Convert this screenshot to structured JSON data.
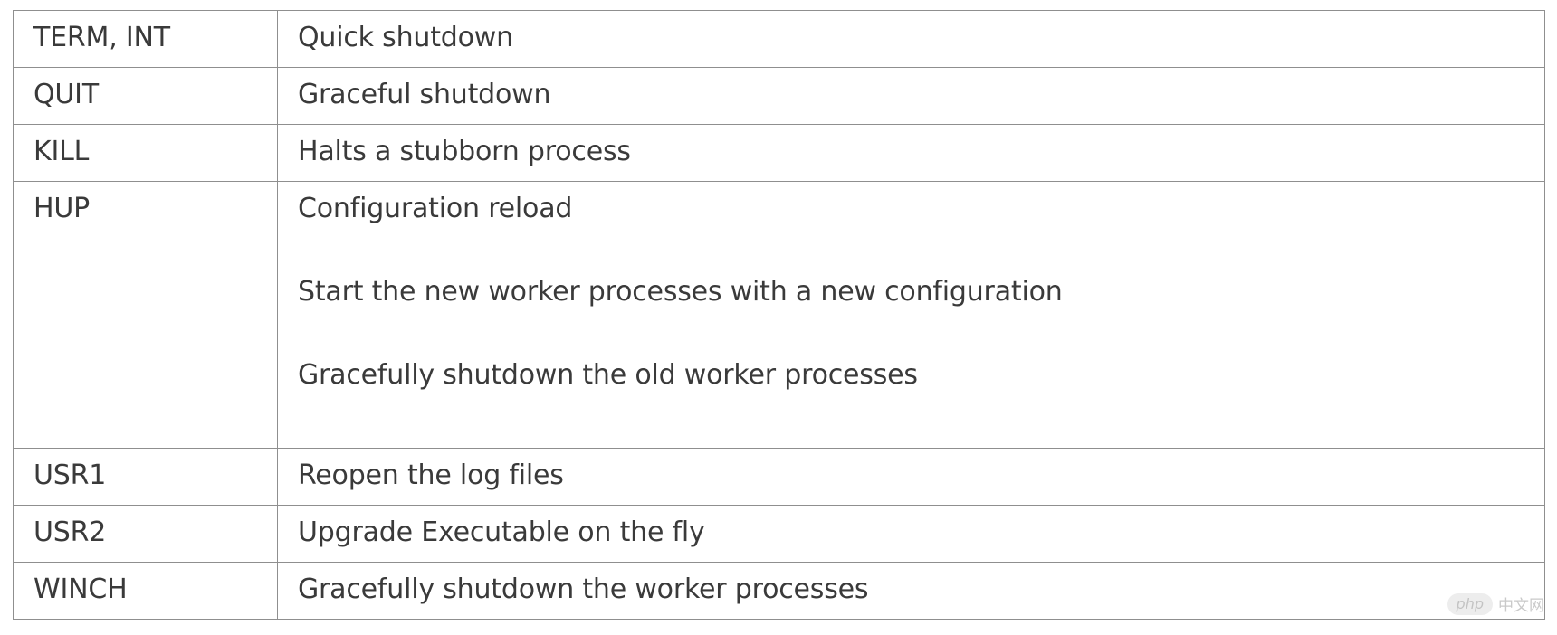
{
  "table": {
    "rows": [
      {
        "signal": "TERM, INT",
        "lines": [
          "Quick shutdown"
        ]
      },
      {
        "signal": "QUIT",
        "lines": [
          "Graceful shutdown"
        ]
      },
      {
        "signal": "KILL",
        "lines": [
          "Halts a stubborn process"
        ]
      },
      {
        "signal": "HUP",
        "lines": [
          "Configuration reload",
          "Start the new worker processes with a new configuration",
          "Gracefully shutdown the old worker processes"
        ]
      },
      {
        "signal": "USR1",
        "lines": [
          "Reopen the log files"
        ]
      },
      {
        "signal": "USR2",
        "lines": [
          "Upgrade Executable on the fly"
        ]
      },
      {
        "signal": "WINCH",
        "lines": [
          "Gracefully shutdown the worker processes"
        ]
      }
    ]
  },
  "watermark": {
    "logo_text": "php",
    "site_text": "中文网"
  }
}
